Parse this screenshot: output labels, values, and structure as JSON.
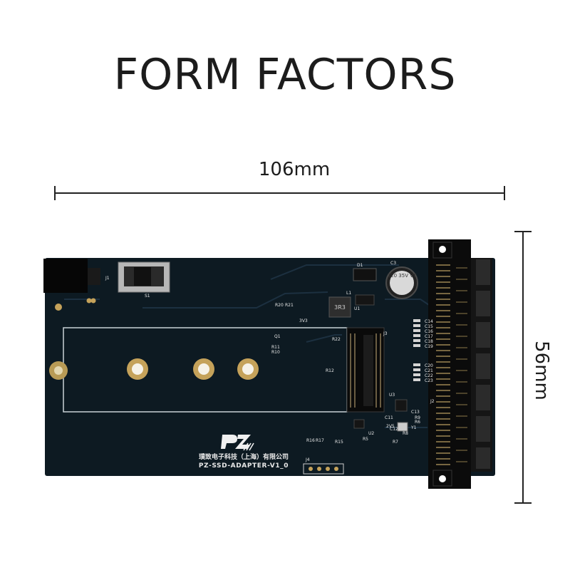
{
  "title": "FORM FACTORS",
  "dimensions": {
    "width": "106mm",
    "height": "56mm"
  },
  "board": {
    "brand": "PZ",
    "company": "璞致电子科技（上海）有限公司",
    "model": "PZ-SSD-ADAPTER-V1_0",
    "labels": {
      "j1": "J1",
      "s1": "S1",
      "d1": "D1",
      "c3": "C3",
      "l1": "L1",
      "u1": "U1",
      "cap": "220\n35V\nVT",
      "inductor": "3R3",
      "v33": "3V3",
      "q1": "Q1",
      "r20": "R20",
      "r21": "R21",
      "r11": "R11",
      "r10": "R10",
      "r12": "R12",
      "r22": "R22",
      "r9": "R9",
      "r8": "R8",
      "r7": "R7",
      "r5": "R5",
      "r6": "R6",
      "u2": "U2",
      "u3": "U3",
      "c12": "C12",
      "c13": "C13",
      "c11": "C11",
      "y1": "Y1",
      "j2": "J2",
      "j3": "J3",
      "j4": "J4",
      "r15": "R15",
      "r16": "R16",
      "r17": "R17",
      "v25": "2V5",
      "caps1": [
        "C14",
        "C15",
        "C16",
        "C17",
        "C18",
        "C19"
      ],
      "caps2": [
        "C20",
        "C21",
        "C22",
        "C23"
      ]
    }
  }
}
